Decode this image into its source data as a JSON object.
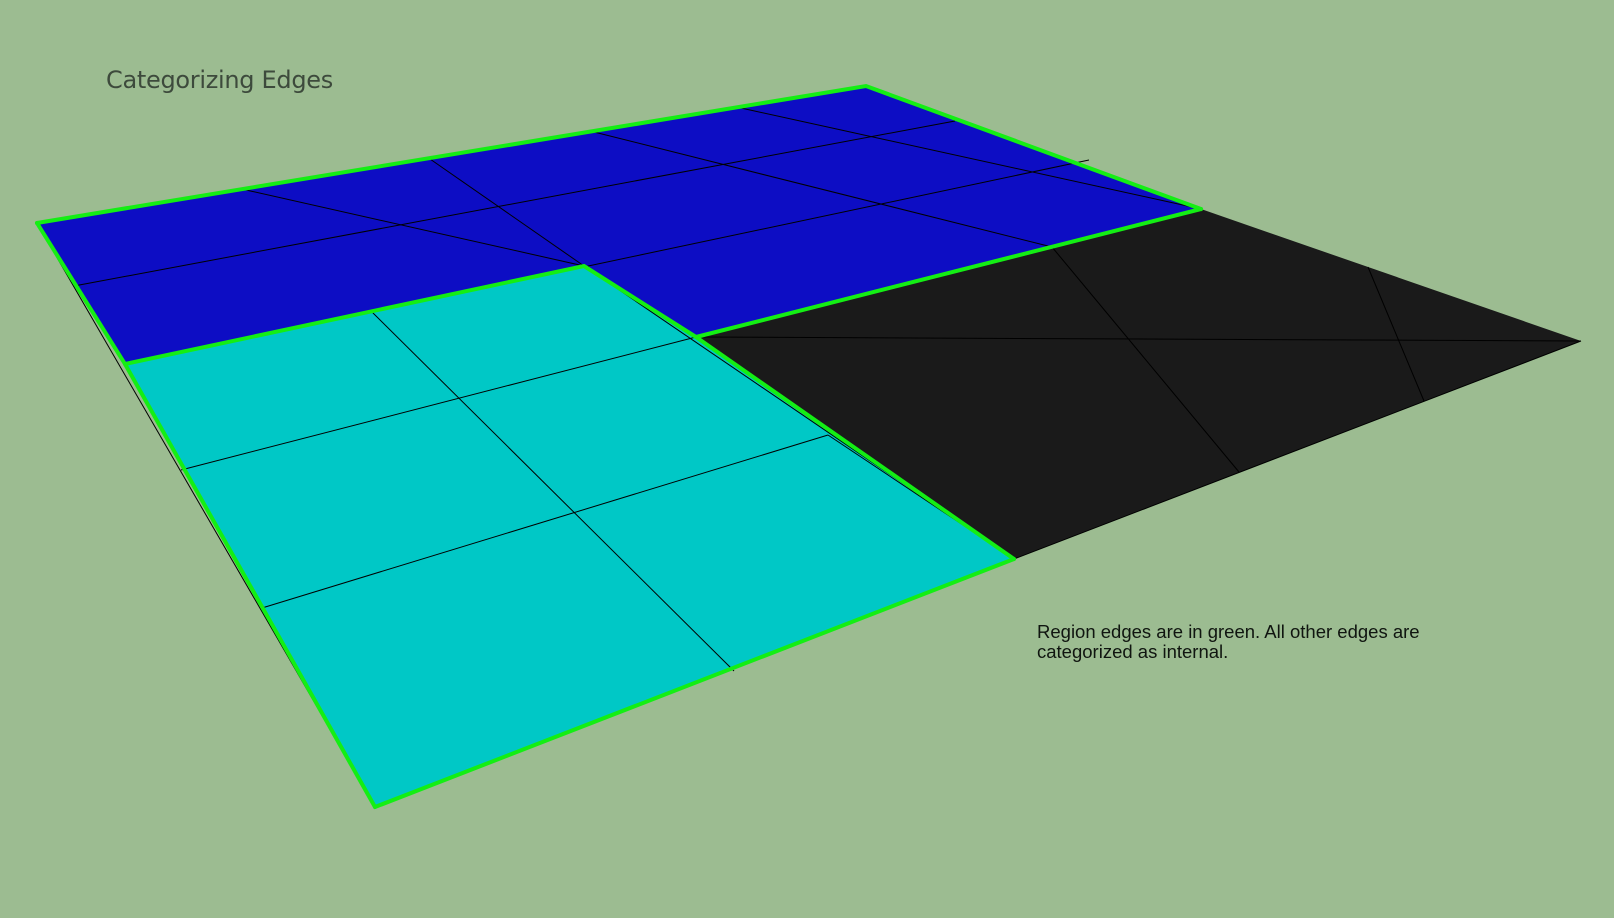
{
  "title": "Categorizing Edges",
  "note": "Region edges are in green.  All other edges are categorized as internal.",
  "regions": [
    {
      "name": "blue-region",
      "color": "#0d0dc4"
    },
    {
      "name": "cyan-region",
      "color": "#00c8c6"
    },
    {
      "name": "black-region",
      "color": "#1a1a1a"
    }
  ],
  "edge_colors": {
    "region_edge": "#14ee14",
    "internal_edge": "#000000"
  }
}
